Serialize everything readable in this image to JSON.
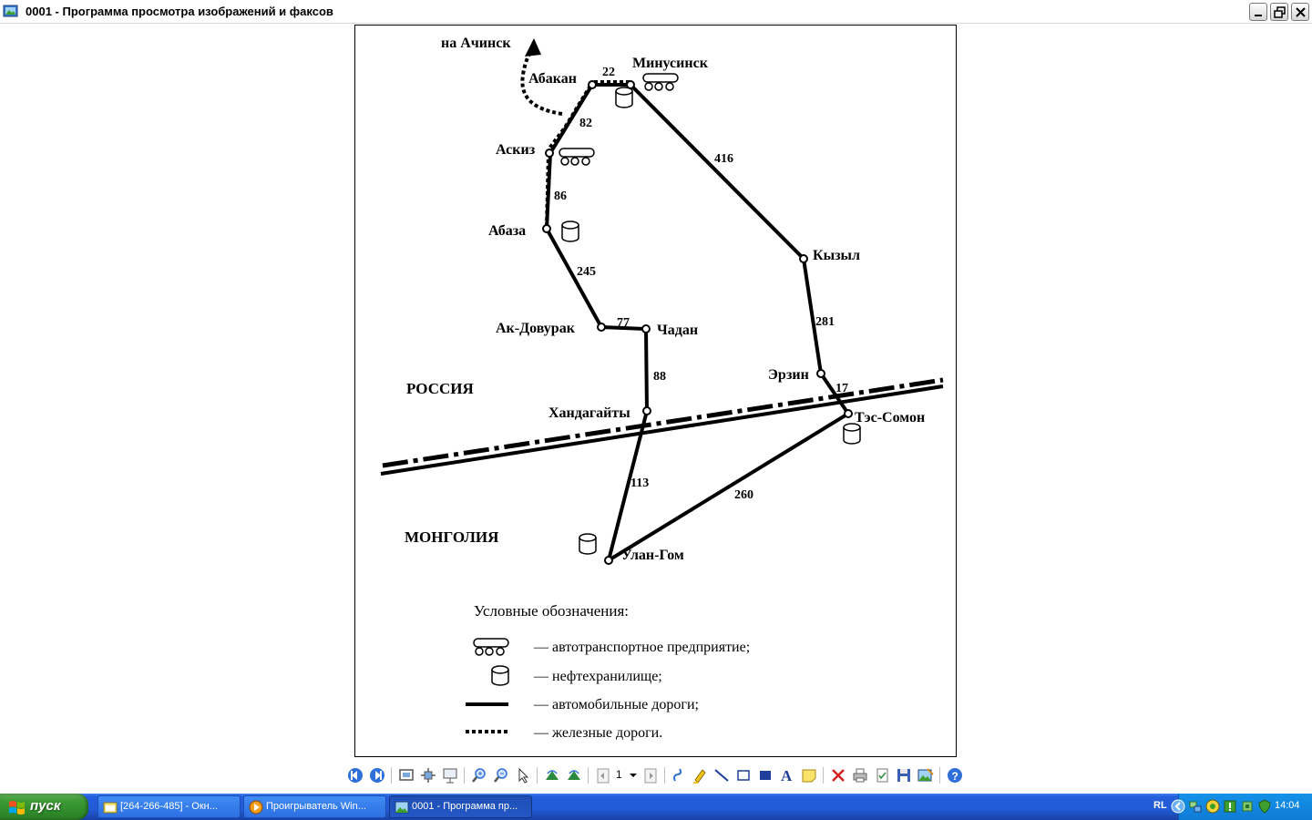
{
  "window": {
    "title": "0001 - Программа просмотра изображений и факсов"
  },
  "map": {
    "cities": {
      "abakan": "Абакан",
      "minusinsk": "Минусинск",
      "askiz": "Аскиз",
      "abaza": "Абаза",
      "ak_dovurak": "Ак-Довурак",
      "chadan": "Чадан",
      "kyzyl": "Кызыл",
      "erzin": "Эрзин",
      "khandagayty": "Хандагайты",
      "tes_somon": "Тэс-Сомон",
      "ulan_gom": "Улан-Гом"
    },
    "direction_label": "на Ачинск",
    "countries": {
      "russia": "РОССИЯ",
      "mongolia": "МОНГОЛИЯ"
    },
    "distances": {
      "abakan_minusinsk": "22",
      "abakan_askiz": "82",
      "askiz_abaza": "86",
      "abaza_akdovurak": "245",
      "akdovurak_chadan": "77",
      "chadan_khandagayty": "88",
      "minusinsk_kyzyl": "416",
      "kyzyl_erzin": "281",
      "erzin_tessomon": "17",
      "khandagayty_ulangom": "113",
      "tessomon_ulangom": "260"
    },
    "legend": {
      "title": "Условные обозначения:",
      "transport": "— автотранспортное предприятие;",
      "oil_storage": "— нефтехранилище;",
      "roads": "— автомобильные дороги;",
      "railways": "— железные дороги."
    }
  },
  "toolbar": {
    "page_number": "1",
    "buttons": [
      "previous-image",
      "next-image",
      "best-fit",
      "actual-size",
      "slideshow",
      "zoom-in",
      "zoom-out",
      "pointer",
      "rotate-clockwise",
      "rotate-counterclockwise",
      "previous-page",
      "page-selector",
      "next-page",
      "freehand",
      "highlighter",
      "line",
      "hollow-rectangle",
      "filled-rectangle",
      "text",
      "note",
      "delete",
      "print",
      "copy-to",
      "save",
      "open-for-editing",
      "help"
    ]
  },
  "taskbar": {
    "start_label": "пуск",
    "tasks": [
      {
        "label": "[264-266-485] - Окн...",
        "active": false
      },
      {
        "label": "Проигрыватель Win...",
        "active": false
      },
      {
        "label": "0001 - Программа пр...",
        "active": true
      }
    ],
    "language": "RL",
    "clock": "14:04"
  },
  "colors": {
    "taskbar_blue": "#245edb",
    "start_green": "#3c9a35",
    "tray_blue": "#1592e8"
  }
}
